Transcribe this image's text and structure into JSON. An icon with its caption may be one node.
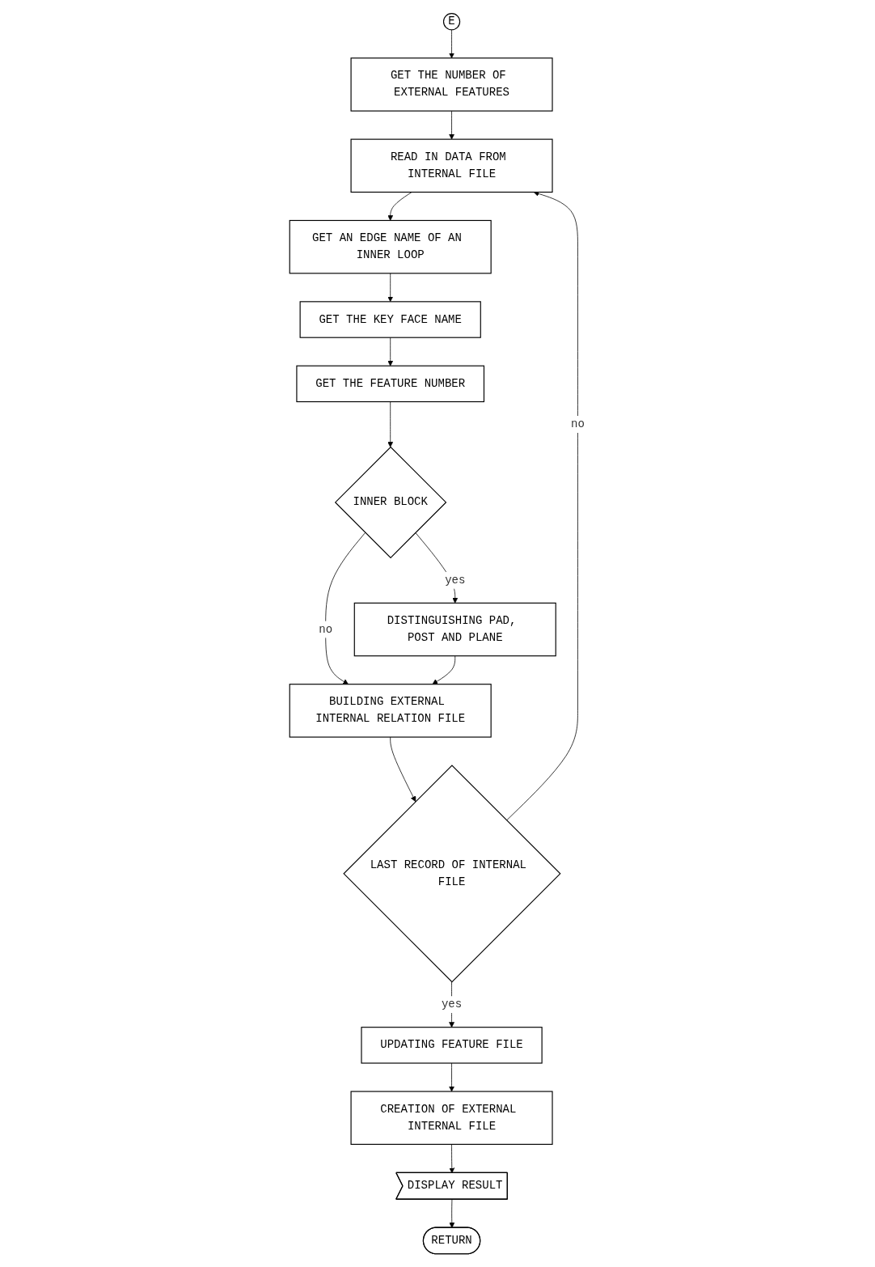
{
  "diagram": {
    "nodes": [
      {
        "text": [
          "E"
        ]
      },
      {
        "text": [
          "GET THE NUMBER OF EXTERNAL FEATURES"
        ]
      },
      {
        "text": [
          "READ IN DATA FROM INTERNAL FILE"
        ]
      },
      {
        "text": [
          "GET AN EDGE NAME OF AN INNER LOOP"
        ]
      },
      {
        "text": [
          "GET THE KEY FACE NAME"
        ]
      },
      {
        "text": [
          "GET THE FEATURE NUMBER"
        ]
      },
      {
        "text": [
          "INNER BLOCK"
        ]
      },
      {
        "text": [
          "BUILDING EXTERNAL INTERNAL RELATION FILE"
        ]
      },
      {
        "text": [
          "DISTINGUISHING PAD, POST AND PLANE"
        ]
      },
      {
        "text": [
          "LAST RECORD OF INTERNAL FILE"
        ]
      },
      {
        "text": [
          "UPDATING FEATURE FILE"
        ]
      },
      {
        "text": [
          "CREATION OF EXTERNAL INTERNAL FILE"
        ]
      },
      {
        "text": [
          "DISPLAY RESULT"
        ]
      },
      {
        "text": [
          "RETURN"
        ]
      }
    ],
    "edges": [
      {
        "from": 0,
        "to": 1,
        "arrow": "to"
      },
      {
        "from": 1,
        "to": 2,
        "arrow": "to"
      },
      {
        "from": 2,
        "to": 3,
        "arrow": "to"
      },
      {
        "from": 3,
        "to": 4,
        "arrow": "to"
      },
      {
        "from": 4,
        "to": 5,
        "arrow": "to"
      },
      {
        "from": 5,
        "to": 6,
        "arrow": "to"
      },
      {
        "from": 6,
        "to": 7,
        "arrow": "to",
        "label": "no"
      },
      {
        "from": 6,
        "to": 8,
        "arrow": "to",
        "label": "yes"
      },
      {
        "from": 8,
        "to": 7,
        "arrow": "to"
      },
      {
        "from": 7,
        "to": 9,
        "arrow": "to"
      },
      {
        "from": 9,
        "to": 2,
        "arrow": "to",
        "label": "no"
      },
      {
        "from": 9,
        "to": 10,
        "arrow": "to",
        "label": "yes"
      },
      {
        "from": 10,
        "to": 11,
        "arrow": "to"
      },
      {
        "from": 11,
        "to": 12,
        "arrow": "to"
      },
      {
        "from": 12,
        "to": 13,
        "arrow": "to"
      }
    ]
  }
}
